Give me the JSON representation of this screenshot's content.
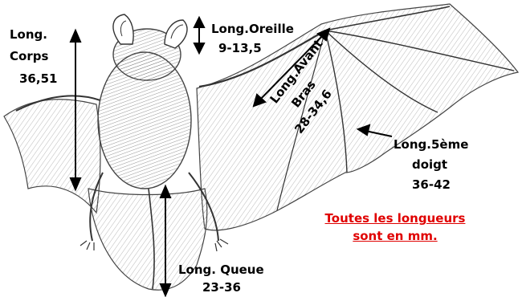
{
  "labels": {
    "corps_1": "Long.",
    "corps_2": "Corps",
    "corps_3": "36,51",
    "oreille_1": "Long.Oreille",
    "oreille_2": "9-13,5",
    "avant_1": "Long.Avant",
    "avant_2": "Bras",
    "avant_3": "28-34,6",
    "doigt_1": "Long.5ème",
    "doigt_2": "doigt",
    "doigt_3": "36-42",
    "queue_1": "Long. Queue",
    "queue_2": "23-36"
  },
  "note": {
    "line1": "Toutes les longueurs",
    "line2": "sont en mm."
  },
  "colors": {
    "note_text": "#e00000",
    "ink": "#000000",
    "sketch": "#555555"
  }
}
